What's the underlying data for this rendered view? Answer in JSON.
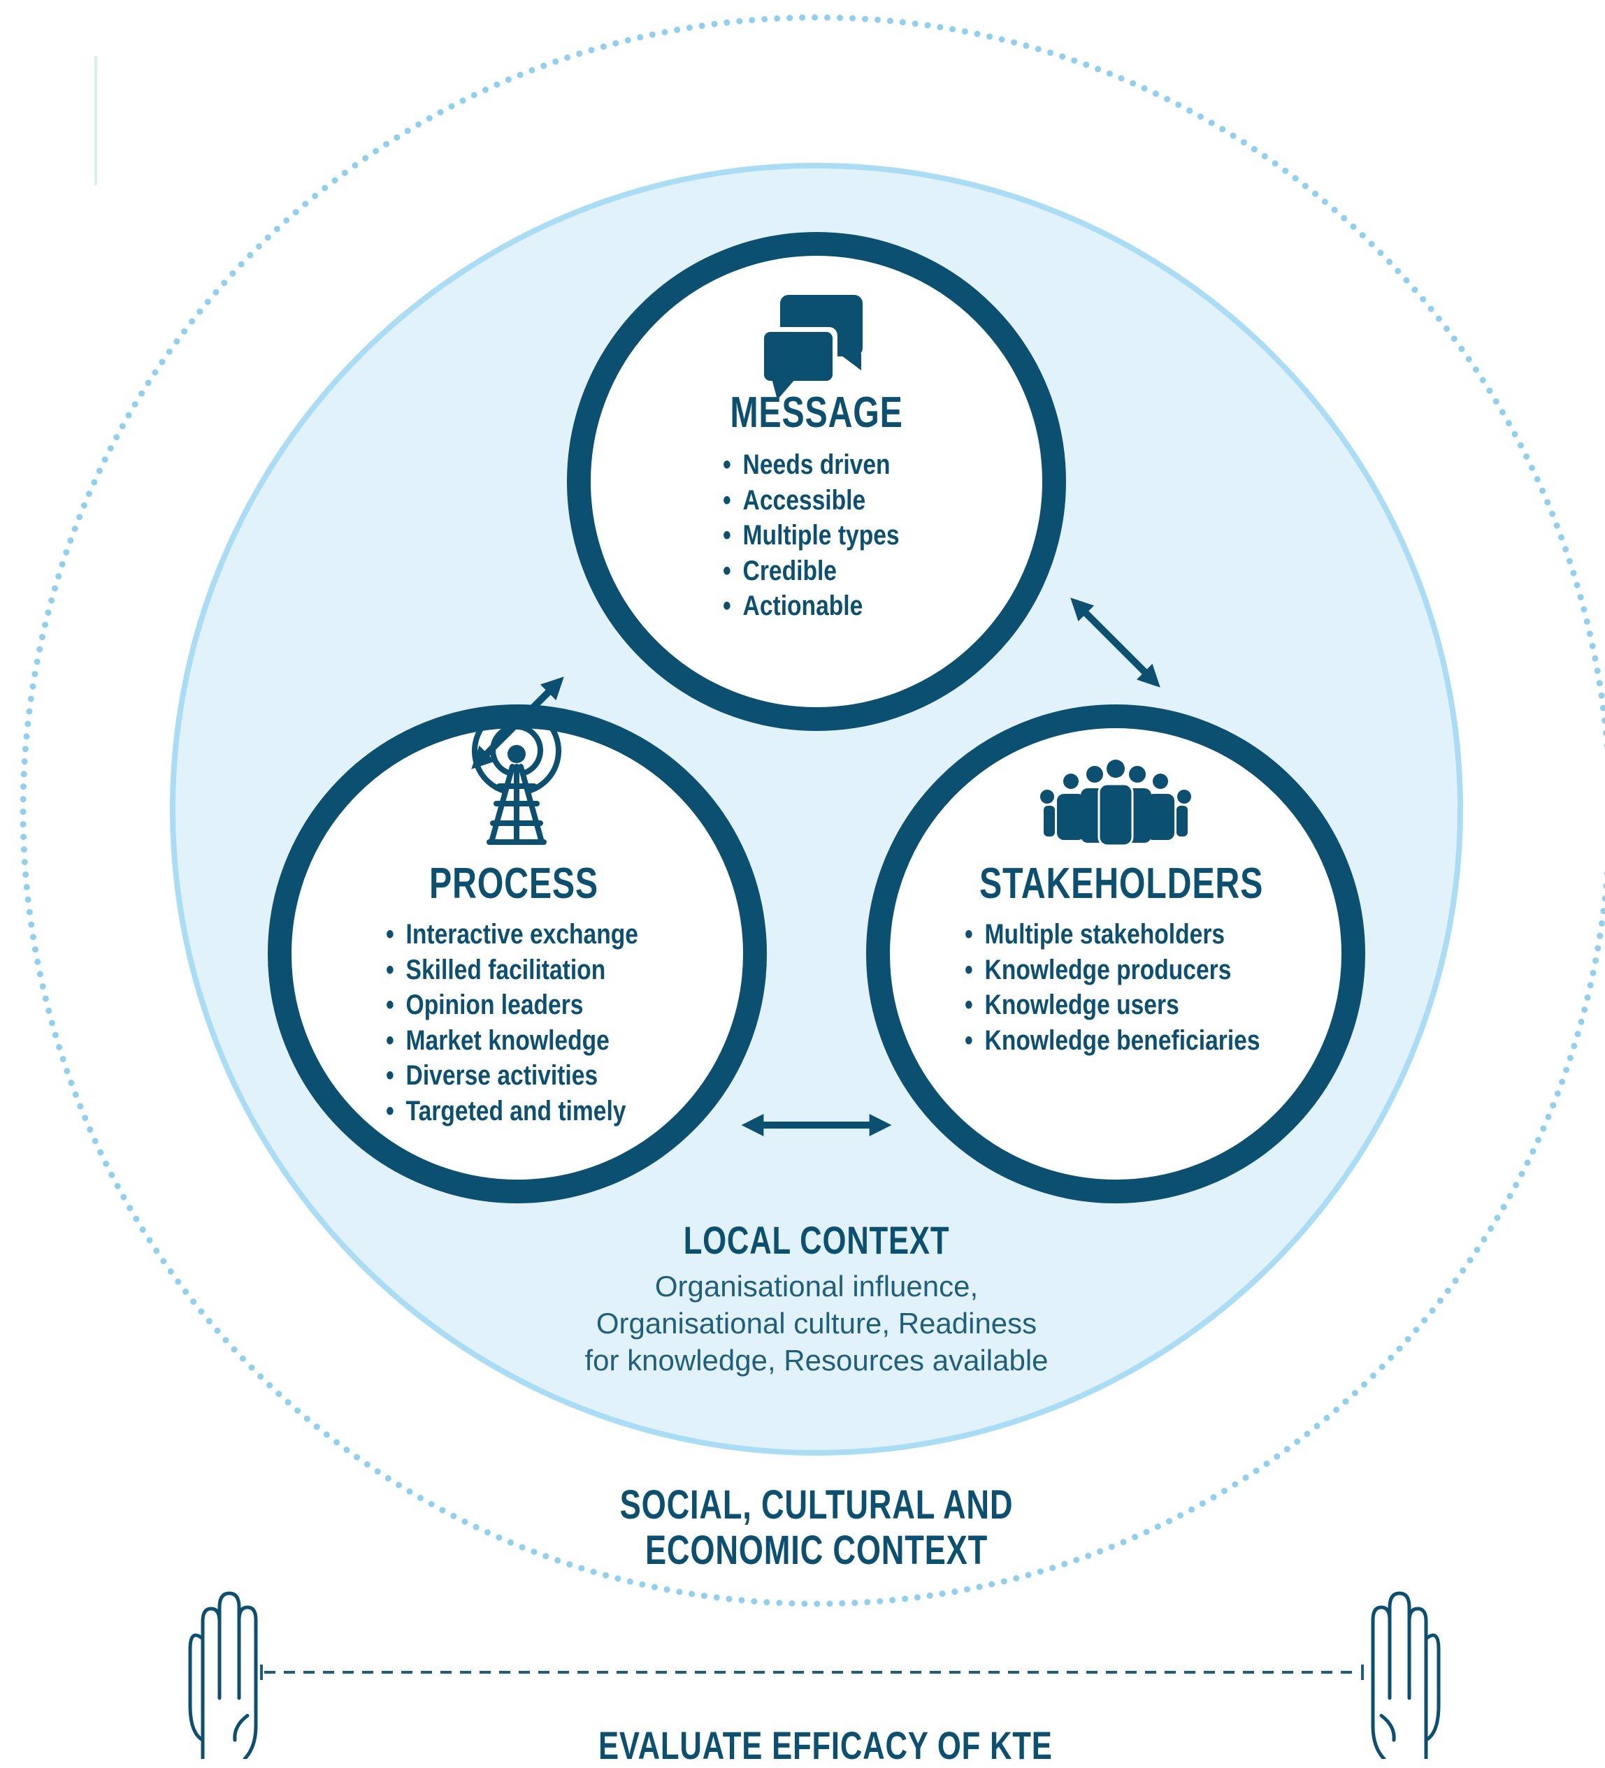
{
  "message": {
    "title": "MESSAGE",
    "items": [
      "Needs driven",
      "Accessible",
      "Multiple types",
      "Credible",
      "Actionable"
    ]
  },
  "process": {
    "title": "PROCESS",
    "items": [
      "Interactive exchange",
      "Skilled facilitation",
      "Opinion leaders",
      "Market knowledge",
      "Diverse activities",
      "Targeted and timely"
    ]
  },
  "stakeholders": {
    "title": "STAKEHOLDERS",
    "items": [
      "Multiple stakeholders",
      "Knowledge producers",
      "Knowledge users",
      "Knowledge beneficiaries"
    ]
  },
  "local_context": {
    "title": "LOCAL CONTEXT",
    "lines": [
      "Organisational influence,",
      "Organisational culture, Readiness",
      "for knowledge, Resources available"
    ]
  },
  "outer_context": {
    "lines": [
      "SOCIAL, CULTURAL AND",
      "ECONOMIC CONTEXT"
    ]
  },
  "evaluate": {
    "label": "EVALUATE EFFICACY OF KTE"
  },
  "colors": {
    "dark_blue": "#0b4f71",
    "light_fill": "#e2f2fb",
    "light_ring": "#a9dcf5",
    "dots": "#8fd0f0"
  },
  "icons": [
    "chat-bubbles-icon",
    "broadcast-tower-icon",
    "people-group-icon",
    "raised-hand-icon"
  ]
}
